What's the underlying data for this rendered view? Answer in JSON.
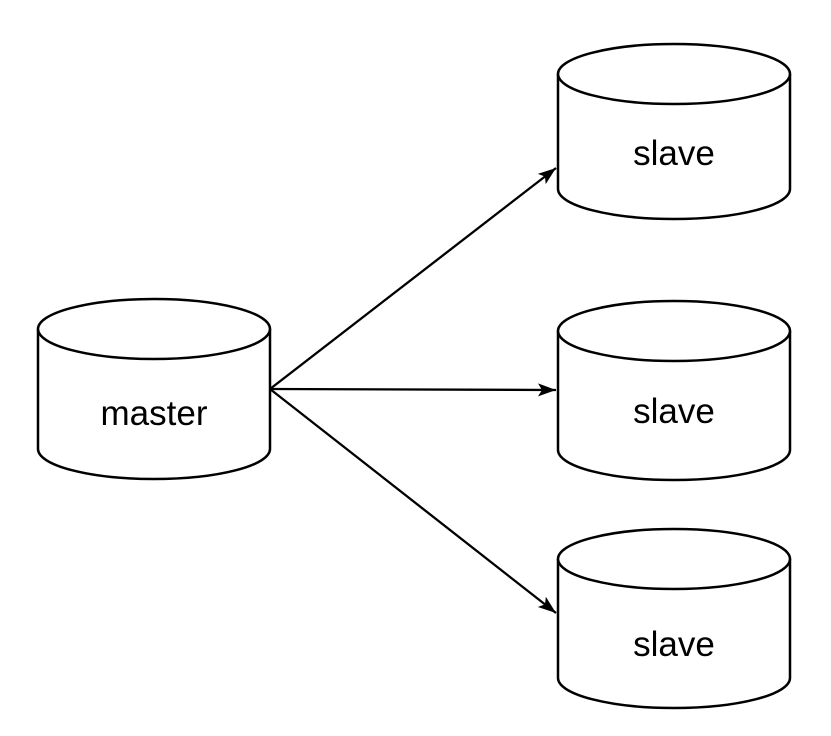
{
  "diagram": {
    "type": "database-replication-topology",
    "background_color": "#ffffff",
    "shape_fill_color": "#ffffff",
    "stroke_color": "#000000",
    "text_color": "#000000",
    "nodes": [
      {
        "id": "master",
        "label": "master",
        "shape": "cylinder"
      },
      {
        "id": "slave-1",
        "label": "slave",
        "shape": "cylinder"
      },
      {
        "id": "slave-2",
        "label": "slave",
        "shape": "cylinder"
      },
      {
        "id": "slave-3",
        "label": "slave",
        "shape": "cylinder"
      }
    ],
    "edges": [
      {
        "from": "master",
        "to": "slave-1",
        "style": "arrow"
      },
      {
        "from": "master",
        "to": "slave-2",
        "style": "arrow"
      },
      {
        "from": "master",
        "to": "slave-3",
        "style": "arrow"
      }
    ]
  }
}
